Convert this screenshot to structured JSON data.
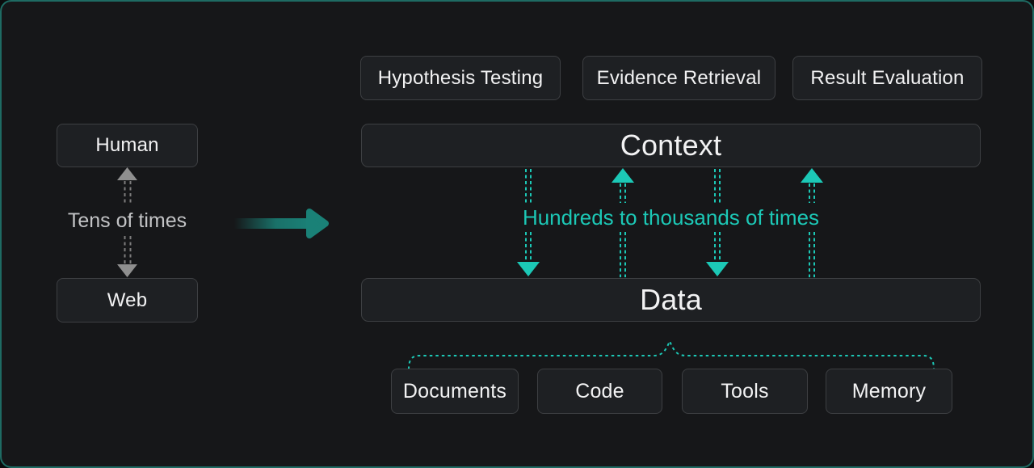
{
  "colors": {
    "card_background": "#161719",
    "card_border": "#1e6b63",
    "node_background": "#1e2023",
    "node_border": "#3d3f42",
    "node_text": "#f2f2f3",
    "teal_accent": "#1cc8b6",
    "flow_arrow_teal": "#1a8177",
    "gray_arrow": "#8f8f8f",
    "gray_label": "#c3c4c6"
  },
  "left_panel": {
    "human_box": "Human",
    "web_box": "Web",
    "frequency_label": "Tens of times"
  },
  "right_panel": {
    "top_boxes": [
      "Hypothesis Testing",
      "Evidence Retrieval",
      "Result Evaluation"
    ],
    "context_box": "Context",
    "data_box": "Data",
    "frequency_label": "Hundreds to thousands of times",
    "bottom_boxes": [
      "Documents",
      "Code",
      "Tools",
      "Memory"
    ]
  }
}
